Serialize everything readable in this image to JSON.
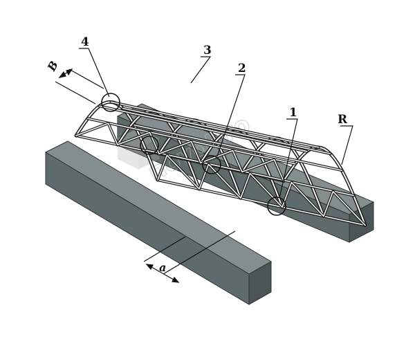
{
  "labels": {
    "l1": "1",
    "l2": "2",
    "l3": "3",
    "l4": "4",
    "lR": "R",
    "lB": "B",
    "la": "a"
  },
  "watermark": "novotiro",
  "colors": {
    "beam_front": "#5f6a6c",
    "beam_top": "#828c8e",
    "beam_side": "#4a5456",
    "frame": "#1c1c1c",
    "frame_light": "#f4f4f4"
  }
}
